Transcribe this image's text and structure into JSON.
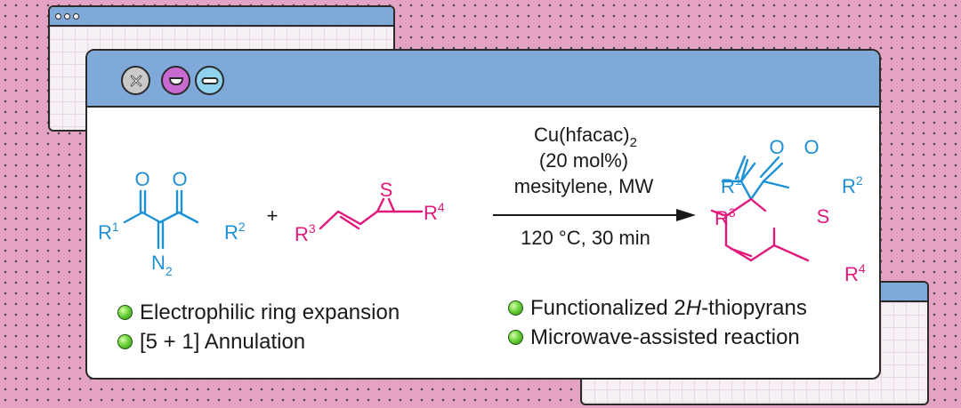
{
  "window": {
    "buttons": [
      "close",
      "minimize",
      "maximize"
    ]
  },
  "reaction": {
    "reagent1": {
      "oxygen1": "O",
      "oxygen2": "O",
      "r1": "R",
      "r1_sup": "1",
      "r2": "R",
      "r2_sup": "2",
      "diazo": "N",
      "diazo_sub": "2"
    },
    "plus": "+",
    "reagent2": {
      "r3": "R",
      "r3_sup": "3",
      "r4": "R",
      "r4_sup": "4",
      "sulfur": "S"
    },
    "conditions": {
      "catalyst": "Cu(hfacac)",
      "catalyst_sub": "2",
      "loading": "(20 mol%)",
      "solvent": "mesitylene, MW",
      "temp_time": "120 °C, 30 min"
    },
    "product": {
      "oxygen1": "O",
      "oxygen2": "O",
      "r1": "R",
      "r1_sup": "1",
      "r2": "R",
      "r2_sup": "2",
      "r3": "R",
      "r3_sup": "3",
      "r4": "R",
      "r4_sup": "4",
      "sulfur": "S"
    }
  },
  "features_left": [
    "Electrophilic ring expansion",
    "[5 + 1] Annulation"
  ],
  "features_right": {
    "item1_pre": "Functionalized 2",
    "item1_italic": "H",
    "item1_post": "-thiopyrans",
    "item2": "Microwave-assisted reaction"
  },
  "colors": {
    "background": "#e4a3c3",
    "titlebar": "#7fa9d8",
    "diketone_blue": "#1e90d6",
    "thiirane_pink": "#e0197d",
    "bullet_green": "#6ed33b"
  }
}
